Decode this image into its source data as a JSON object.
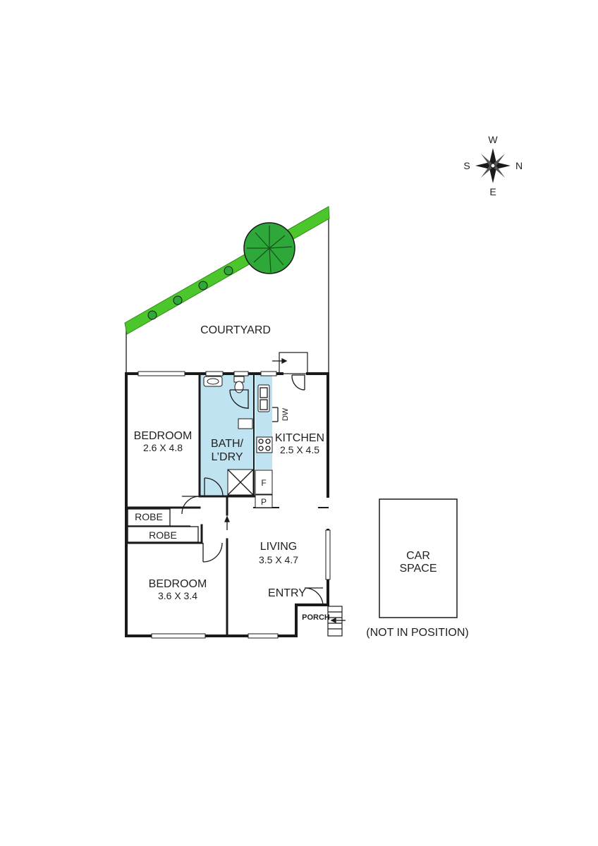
{
  "compass": {
    "w": "W",
    "s": "S",
    "n": "N",
    "e": "E"
  },
  "rooms": {
    "courtyard": "COURTYARD",
    "bedroom1": {
      "name": "BEDROOM",
      "dims": "2.6 X 4.8"
    },
    "bath": {
      "line1": "BATH/",
      "line2": "L’DRY"
    },
    "kitchen": {
      "name": "KITCHEN",
      "dims": "2.5 X 4.5"
    },
    "robe1": "ROBE",
    "robe2": "ROBE",
    "bedroom2": {
      "name": "BEDROOM",
      "dims": "3.6 X 3.4"
    },
    "living": {
      "name": "LIVING",
      "dims": "3.5 X 4.7"
    },
    "entry": "ENTRY",
    "porch": "PORCH",
    "car_space": {
      "line1": "CAR",
      "line2": "SPACE"
    },
    "not_in_position": "(NOT IN POSITION)"
  },
  "appliances": {
    "dishwasher": "DW",
    "fridge": "F",
    "pantry": "P"
  },
  "colors": {
    "wet_area": "#bfe3f0",
    "hedge": "#4cc72b",
    "tree": "#2fa83a",
    "wall": "#1a1a1a"
  }
}
